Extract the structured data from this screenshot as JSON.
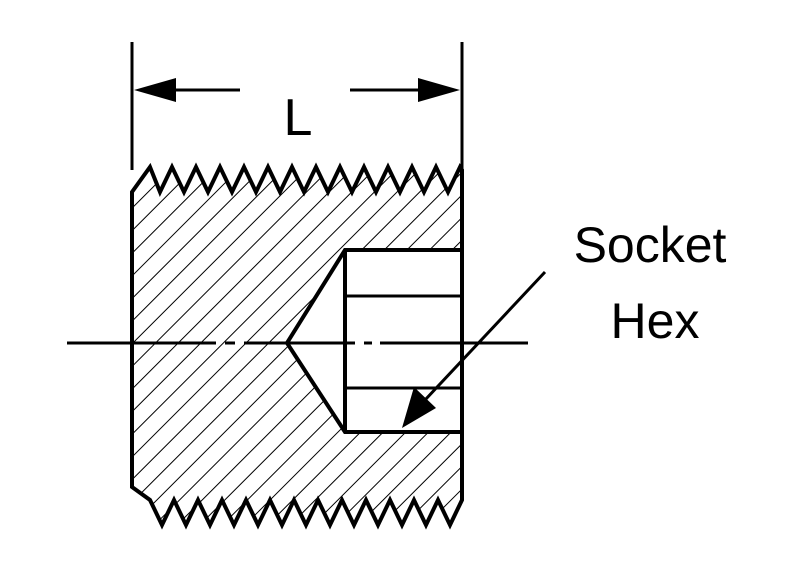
{
  "diagram": {
    "dimension_label": "L",
    "callout": {
      "line1": "Socket",
      "line2": "Hex"
    }
  }
}
